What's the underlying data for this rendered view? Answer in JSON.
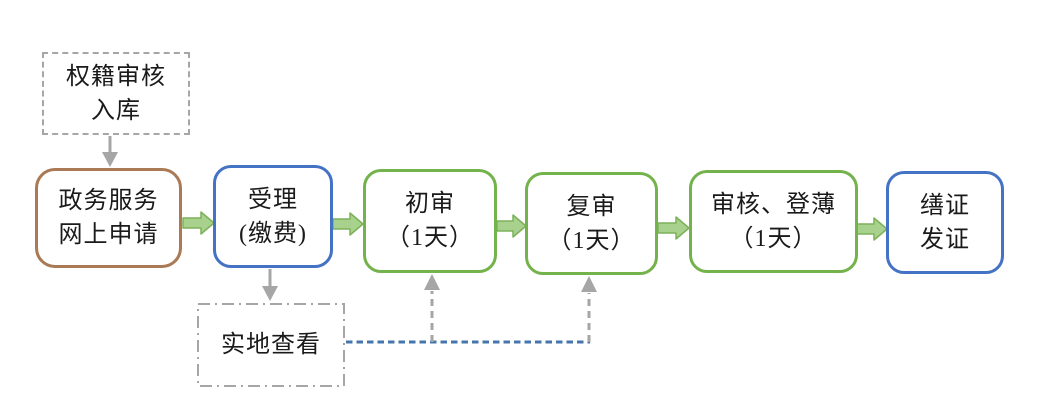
{
  "diagram": {
    "nodes": {
      "quanji": {
        "line1": "权籍审核",
        "line2": "入库"
      },
      "zhengwu": {
        "line1": "政务服务",
        "line2": "网上申请"
      },
      "shouli": {
        "line1": "受理",
        "line2": "(缴费)"
      },
      "chushen": {
        "line1": "初审",
        "line2": "（1天）"
      },
      "fushen": {
        "line1": "复审",
        "line2": "（1天）"
      },
      "shenhe": {
        "line1": "审核、登薄",
        "line2": "（1天）"
      },
      "shanzheng": {
        "line1": "缮证",
        "line2": "发证"
      },
      "shidi": {
        "line1": "实地查看"
      }
    },
    "edges": [
      {
        "from": "权籍审核入库",
        "to": "政务服务网上申请",
        "style": "gray-solid-arrow"
      },
      {
        "from": "政务服务网上申请",
        "to": "受理(缴费)",
        "style": "green-block-arrow"
      },
      {
        "from": "受理(缴费)",
        "to": "初审（1天）",
        "style": "green-block-arrow"
      },
      {
        "from": "初审（1天）",
        "to": "复审（1天）",
        "style": "green-block-arrow"
      },
      {
        "from": "复审（1天）",
        "to": "审核、登薄（1天）",
        "style": "green-block-arrow"
      },
      {
        "from": "审核、登薄（1天）",
        "to": "缮证发证",
        "style": "green-block-arrow"
      },
      {
        "from": "受理(缴费)",
        "to": "实地查看",
        "style": "gray-solid-arrow"
      },
      {
        "from": "实地查看",
        "to": "初审（1天）",
        "style": "dashed-arrow"
      },
      {
        "from": "实地查看",
        "to": "复审（1天）",
        "style": "dashed-arrow"
      }
    ],
    "colors": {
      "blue": "#4472C4",
      "green": "#74B24C",
      "brown": "#A97A55",
      "gray": "#A6A6A6",
      "arrow_fill": "#A9D18E",
      "arrow_stroke": "#7CB158",
      "dashed_blue": "#4476AD",
      "text": "#1A1A1A",
      "background": "#FFFFFF"
    }
  }
}
